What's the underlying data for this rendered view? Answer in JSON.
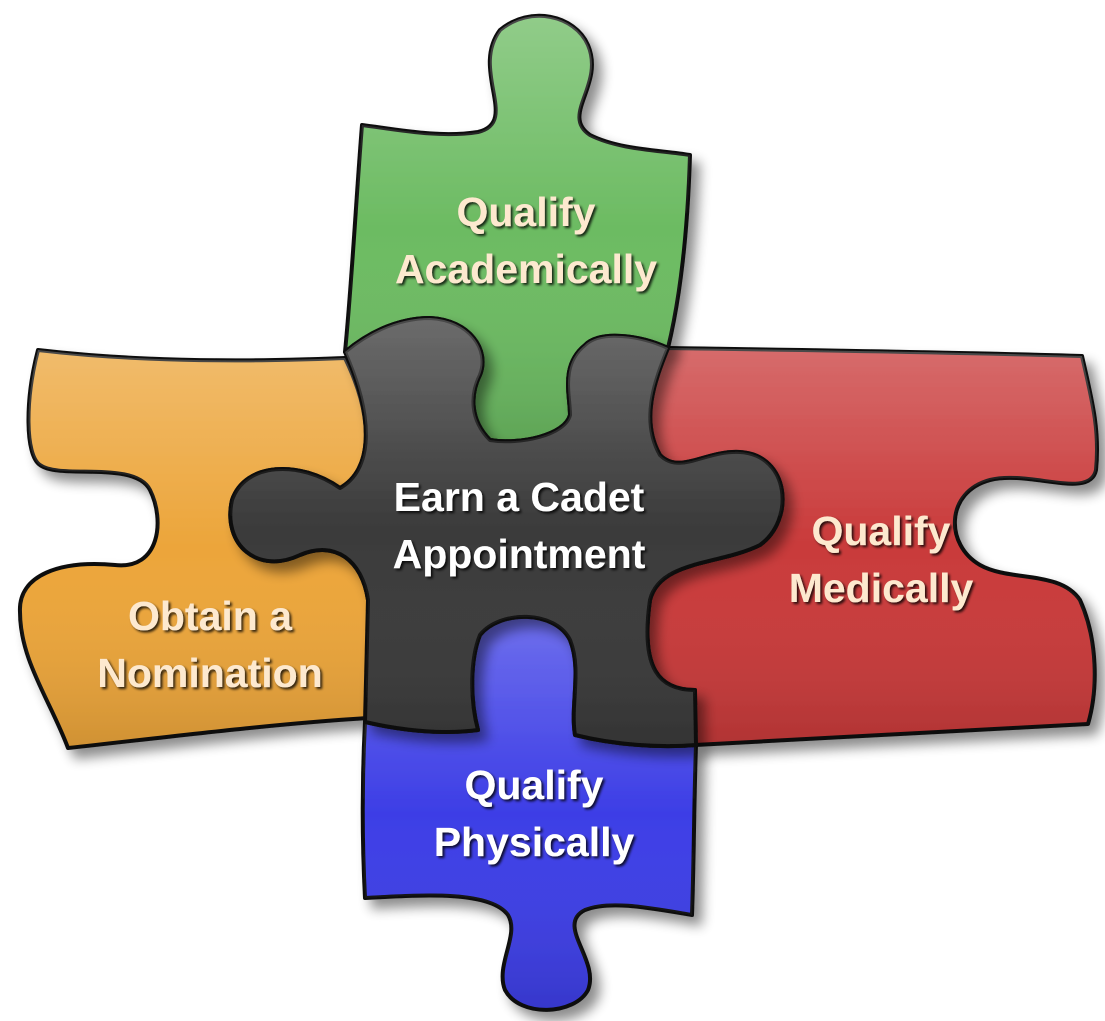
{
  "diagram": {
    "center": {
      "line1": "Earn a Cadet",
      "line2": "Appointment",
      "color": "#3a3a3a"
    },
    "top": {
      "line1": "Qualify",
      "line2": "Academically",
      "color": "#6cbb62"
    },
    "left": {
      "line1": "Obtain a",
      "line2": "Nomination",
      "color": "#eca53a"
    },
    "right": {
      "line1": "Qualify",
      "line2": "Medically",
      "color": "#c93a3a"
    },
    "bottom": {
      "line1": "Qualify",
      "line2": "Physically",
      "color": "#3d3ee6"
    }
  }
}
